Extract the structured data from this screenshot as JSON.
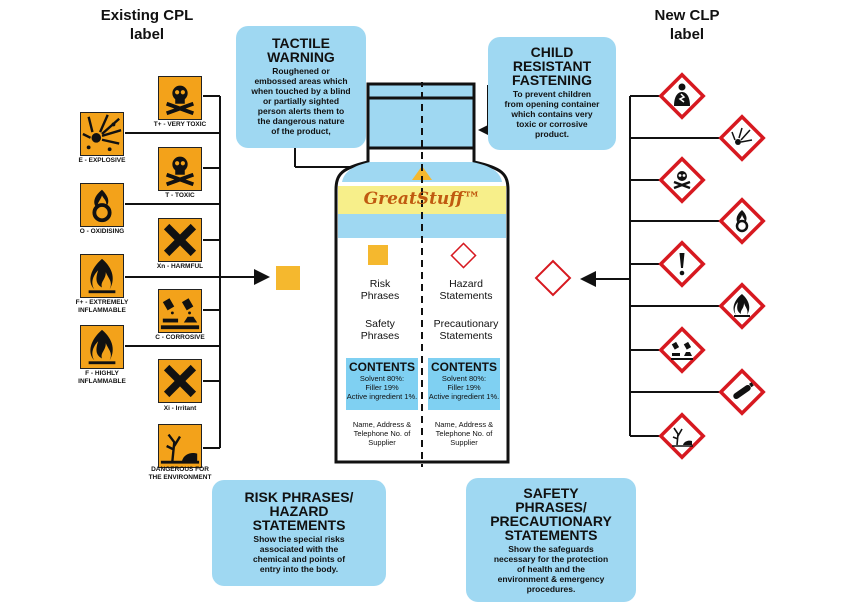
{
  "titles": {
    "cpl": "Existing CPL\nlabel",
    "clp": "New CLP\nlabel"
  },
  "callouts": {
    "tactile": {
      "heading": "TACTILE\nWARNING",
      "body": "Roughened or\nembossed areas which\nwhen touched by a blind\nor partially sighted\nperson alerts them to\nthe dangerous nature\nof the product,"
    },
    "child": {
      "heading": "CHILD\nRESISTANT\nFASTENING",
      "body": "To prevent children\nfrom opening container\nwhich contains very\ntoxic or corrosive\nproduct."
    },
    "risk": {
      "heading": "RISK PHRASES/\nHAZARD\nSTATEMENTS",
      "body": "Show the special risks\nassociated with the\nchemical and points of\nentry into the body."
    },
    "safety": {
      "heading": "SAFETY\nPHRASES/\nPRECAUTIONARY\nSTATEMENTS",
      "body": "Show the safeguards\nnecessary for the protection\nof health and the\nenvironment & emergency\nprocedures."
    }
  },
  "bottle": {
    "brand": "GreatStuff™",
    "left_risk": "Risk\nPhrases",
    "left_safety": "Safety\nPhrases",
    "right_hazard": "Hazard\nStatements",
    "right_precaution": "Precautionary\nStatements",
    "contents_heading": "CONTENTS",
    "contents_body": "Solvent 80%:\nFiller 19%\nActive ingredient 1%.",
    "supplier": "Name, Address &\nTelephone No. of\nSupplier"
  },
  "cpl_symbols": [
    {
      "icon": "skull-crossbones-icon",
      "caption": "T+ - VERY TOXIC"
    },
    {
      "icon": "explosion-icon",
      "caption": "E - EXPLOSIVE"
    },
    {
      "icon": "skull-crossbones-icon",
      "caption": "T - TOXIC"
    },
    {
      "icon": "flame-over-circle-icon",
      "caption": "O - OXIDISING"
    },
    {
      "icon": "cross-icon",
      "caption": "Xn - HARMFUL"
    },
    {
      "icon": "flame-icon",
      "caption": "F+ - EXTREMELY\nINFLAMMABLE"
    },
    {
      "icon": "corrosion-icon",
      "caption": "C - CORROSIVE"
    },
    {
      "icon": "flame-icon",
      "caption": "F - HIGHLY\nINFLAMMABLE"
    },
    {
      "icon": "cross-icon",
      "caption": "Xi - Irritant"
    },
    {
      "icon": "environment-icon",
      "caption": "DANGEROUS FOR\nTHE ENVIRONMENT"
    }
  ],
  "clp_pictograms": [
    "health-hazard-icon",
    "exploding-bomb-icon",
    "skull-crossbones-icon",
    "flame-over-circle-icon",
    "exclamation-mark-icon",
    "flame-icon",
    "corrosion-icon",
    "gas-cylinder-icon",
    "environment-icon"
  ],
  "colors": {
    "callout": "#9fd8f2",
    "contents": "#7fd0f2",
    "cpl_orange": "#f3a21a",
    "clp_red": "#d71920",
    "brand_band": "#f7ef8a"
  }
}
